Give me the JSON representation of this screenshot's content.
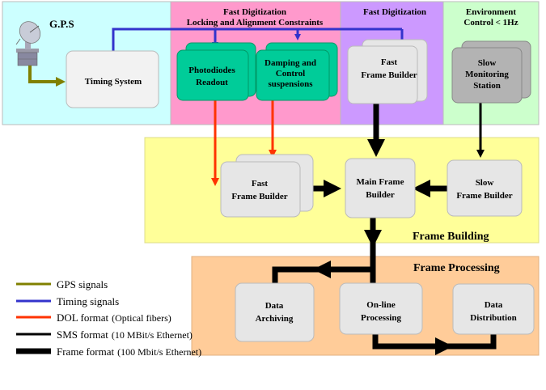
{
  "colors": {
    "gps_region": "#ccffff",
    "locking_region": "#ff99cc",
    "fast_digit_region": "#cc99ff",
    "env_region": "#ccffcc",
    "frame_building_region": "#ffff99",
    "frame_processing_region": "#ffcc99",
    "box_light": "#e6e6e6",
    "box_green": "#00cc99",
    "box_gray": "#b3b3b3",
    "gps_line": "#808000",
    "timing_line": "#3333cc",
    "dol_line": "#ff3300",
    "sms_line": "#000000"
  },
  "regions": {
    "gps": {
      "title": "G.P.S"
    },
    "locking": {
      "title_line1": "Fast Digitization",
      "title_line2": "Locking and Alignment Constraints"
    },
    "fast_digit": {
      "title": "Fast Digitization"
    },
    "environment": {
      "title_line1": "Environment",
      "title_line2": "Control < 1Hz"
    },
    "frame_building": {
      "title": "Frame Building"
    },
    "frame_processing": {
      "title": "Frame Processing"
    }
  },
  "boxes": {
    "timing_system": {
      "line1": "Timing System"
    },
    "photodiodes": {
      "line1": "Photodiodes",
      "line2": "Readout"
    },
    "damping": {
      "line1": "Damping and",
      "line2": "Control",
      "line3": "suspensions"
    },
    "fast_fb_top": {
      "line1": "Fast",
      "line2": "Frame Builder"
    },
    "slow_monitoring": {
      "line1": "Slow",
      "line2": "Monitoring",
      "line3": "Station"
    },
    "fast_fb_mid": {
      "line1": "Fast",
      "line2": "Frame Builder"
    },
    "main_fb": {
      "line1": "Main Frame",
      "line2": "Builder"
    },
    "slow_fb": {
      "line1": "Slow",
      "line2": "Frame Builder"
    },
    "data_archiving": {
      "line1": "Data",
      "line2": "Archiving"
    },
    "online_processing": {
      "line1": "On-line",
      "line2": "Processing"
    },
    "data_distribution": {
      "line1": "Data",
      "line2": "Distribution"
    }
  },
  "legend": [
    {
      "icon": "gps-line",
      "label": "GPS signals",
      "detail": ""
    },
    {
      "icon": "timing-line",
      "label": "Timing signals",
      "detail": ""
    },
    {
      "icon": "dol-line",
      "label": "DOL format",
      "detail": "(Optical fibers)"
    },
    {
      "icon": "sms-line",
      "label": "SMS format",
      "detail": "(10 MBit/s Ethernet)"
    },
    {
      "icon": "frame-line",
      "label": "Frame format",
      "detail": "(100 Mbit/s Ethernet)"
    }
  ]
}
